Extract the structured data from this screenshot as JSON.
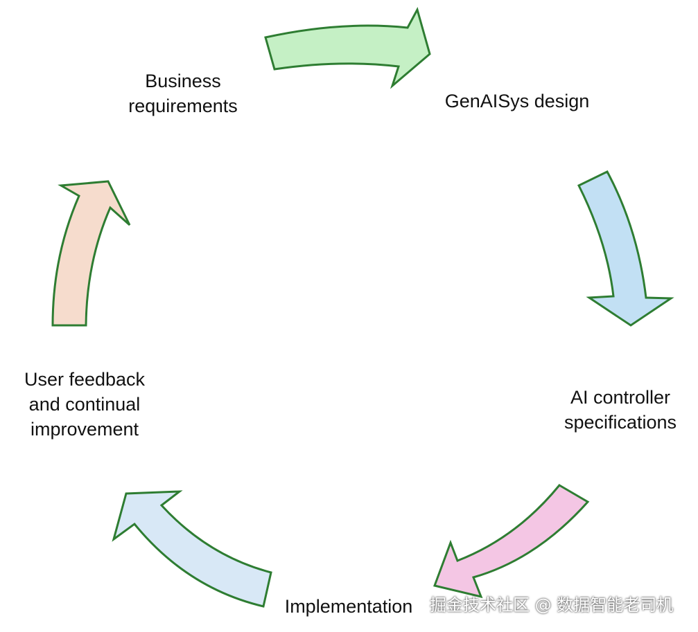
{
  "stages": [
    {
      "id": "business",
      "lines": [
        "Business",
        "requirements"
      ]
    },
    {
      "id": "design",
      "lines": [
        "GenAISys design"
      ]
    },
    {
      "id": "controller",
      "lines": [
        "AI controller",
        "specifications"
      ]
    },
    {
      "id": "implementation",
      "lines": [
        "Implementation"
      ]
    },
    {
      "id": "feedback",
      "lines": [
        "User feedback",
        "and continual",
        "improvement"
      ]
    }
  ],
  "arrows": [
    {
      "from": "business",
      "to": "design",
      "color": "#c5f0c5"
    },
    {
      "from": "design",
      "to": "controller",
      "color": "#c2e0f4"
    },
    {
      "from": "controller",
      "to": "implementation",
      "color": "#f4c6e4"
    },
    {
      "from": "implementation",
      "to": "feedback",
      "color": "#d8e8f6"
    },
    {
      "from": "feedback",
      "to": "business",
      "color": "#f6dccd"
    }
  ],
  "watermark": "掘金技术社区 @ 数据智能老司机"
}
